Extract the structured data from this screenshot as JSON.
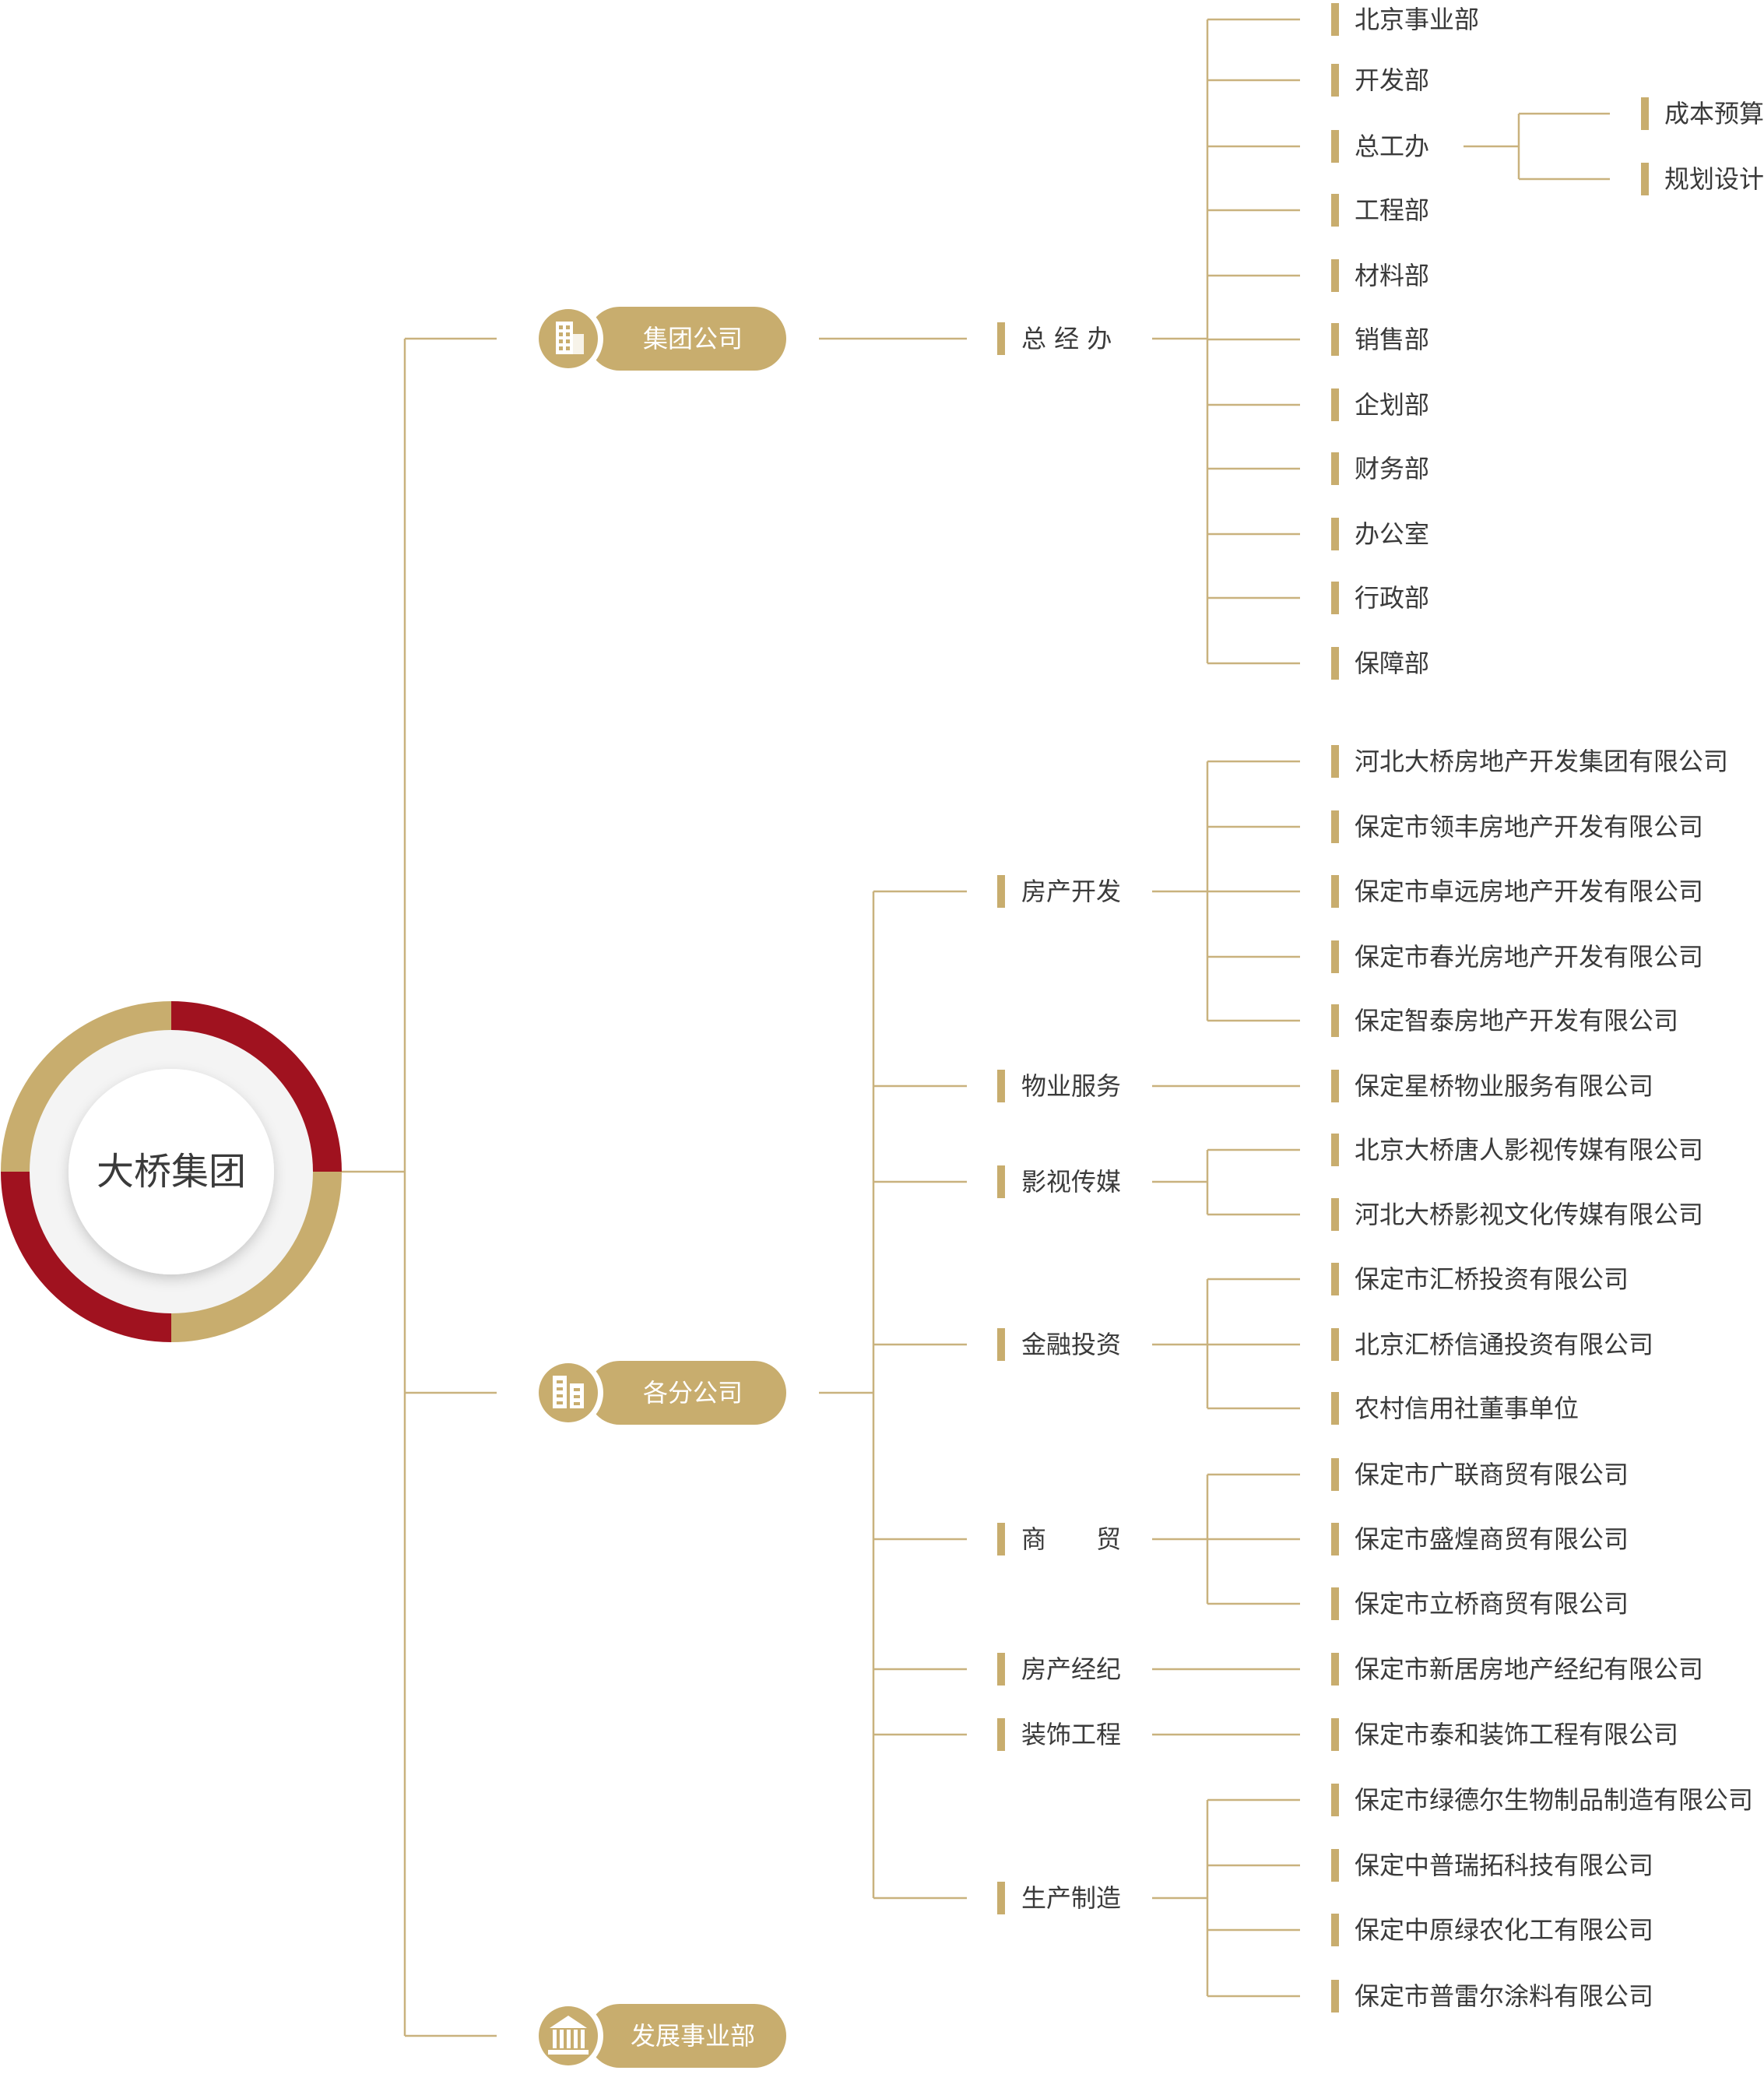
{
  "colors": {
    "gold": "#c8ad6e",
    "red": "#a0121f",
    "line": "#c9b27e",
    "text": "#3a3a3a",
    "pill_text": "#ffffff"
  },
  "root": {
    "label": "大桥集团"
  },
  "branches": [
    {
      "label": "集团公司",
      "icon": "office-building-icon",
      "groups": [
        {
          "label": "总 经 办",
          "items": [
            {
              "label": "北京事业部"
            },
            {
              "label": "开发部"
            },
            {
              "label": "总工办",
              "children": [
                "成本预算",
                "规划设计"
              ]
            },
            {
              "label": "工程部"
            },
            {
              "label": "材料部"
            },
            {
              "label": "销售部"
            },
            {
              "label": "企划部"
            },
            {
              "label": "财务部"
            },
            {
              "label": "办公室"
            },
            {
              "label": "行政部"
            },
            {
              "label": "保障部"
            }
          ]
        }
      ]
    },
    {
      "label": "各分公司",
      "icon": "branch-buildings-icon",
      "groups": [
        {
          "label": "房产开发",
          "items": [
            {
              "label": "河北大桥房地产开发集团有限公司"
            },
            {
              "label": "保定市领丰房地产开发有限公司"
            },
            {
              "label": "保定市卓远房地产开发有限公司"
            },
            {
              "label": "保定市春光房地产开发有限公司"
            },
            {
              "label": "保定智泰房地产开发有限公司"
            }
          ]
        },
        {
          "label": "物业服务",
          "items": [
            {
              "label": "保定星桥物业服务有限公司"
            }
          ]
        },
        {
          "label": "影视传媒",
          "items": [
            {
              "label": "北京大桥唐人影视传媒有限公司"
            },
            {
              "label": "河北大桥影视文化传媒有限公司"
            }
          ]
        },
        {
          "label": "金融投资",
          "items": [
            {
              "label": "保定市汇桥投资有限公司"
            },
            {
              "label": "北京汇桥信通投资有限公司"
            },
            {
              "label": "农村信用社董事单位"
            }
          ]
        },
        {
          "label": "商　　贸",
          "items": [
            {
              "label": "保定市广联商贸有限公司"
            },
            {
              "label": "保定市盛煌商贸有限公司"
            },
            {
              "label": "保定市立桥商贸有限公司"
            }
          ]
        },
        {
          "label": "房产经纪",
          "items": [
            {
              "label": "保定市新居房地产经纪有限公司"
            }
          ]
        },
        {
          "label": "装饰工程",
          "items": [
            {
              "label": "保定市泰和装饰工程有限公司"
            }
          ]
        },
        {
          "label": "生产制造",
          "items": [
            {
              "label": "保定市绿德尔生物制品制造有限公司"
            },
            {
              "label": "保定中普瑞拓科技有限公司"
            },
            {
              "label": "保定中原绿农化工有限公司"
            },
            {
              "label": "保定市普雷尔涂料有限公司"
            }
          ]
        }
      ]
    },
    {
      "label": "发展事业部",
      "icon": "institution-columns-icon",
      "groups": []
    }
  ]
}
